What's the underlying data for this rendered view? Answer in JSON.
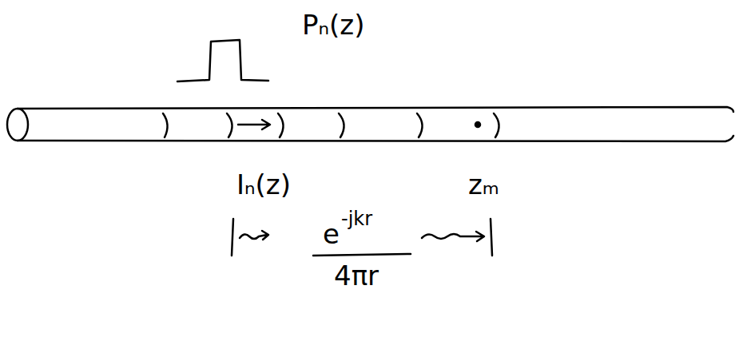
{
  "diagram": {
    "labels": [
      "Pₙ(z)",
      "Iₙ(z)",
      "zₘ",
      "e",
      "-jkr",
      "4πr"
    ]
  }
}
